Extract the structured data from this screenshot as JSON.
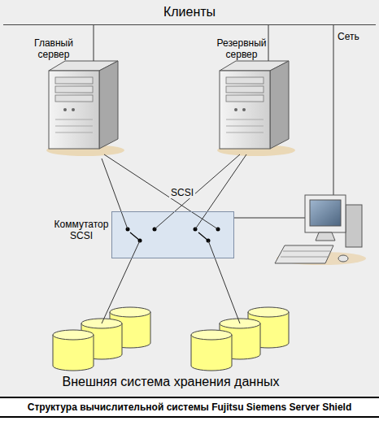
{
  "diagram": {
    "caption": "Структура вычислительной системы Fujitsu Siemens Server Shield",
    "nodes": [
      {
        "text": [
          "Клиенты"
        ]
      },
      {
        "text": [
          "Главный сервер"
        ]
      },
      {
        "text": [
          "Резервный сервер"
        ]
      },
      {
        "text": [
          "Коммутатор SCSI"
        ]
      },
      {
        "text": [
          "Внешняя система хранения данных"
        ]
      }
    ],
    "edges": [
      {
        "from": 0,
        "to": 1,
        "arrow": "none"
      },
      {
        "from": 0,
        "to": 2,
        "arrow": "none"
      },
      {
        "from": 1,
        "to": 3,
        "arrow": "none"
      },
      {
        "from": 1,
        "to": 3,
        "arrow": "none"
      },
      {
        "from": 2,
        "to": 3,
        "arrow": "none"
      },
      {
        "from": 2,
        "to": 3,
        "arrow": "none"
      },
      {
        "from": 3,
        "to": 4,
        "arrow": "none"
      },
      {
        "from": 3,
        "to": 4,
        "arrow": "none"
      }
    ],
    "labels": [
      "SCSI",
      "Сеть"
    ]
  }
}
